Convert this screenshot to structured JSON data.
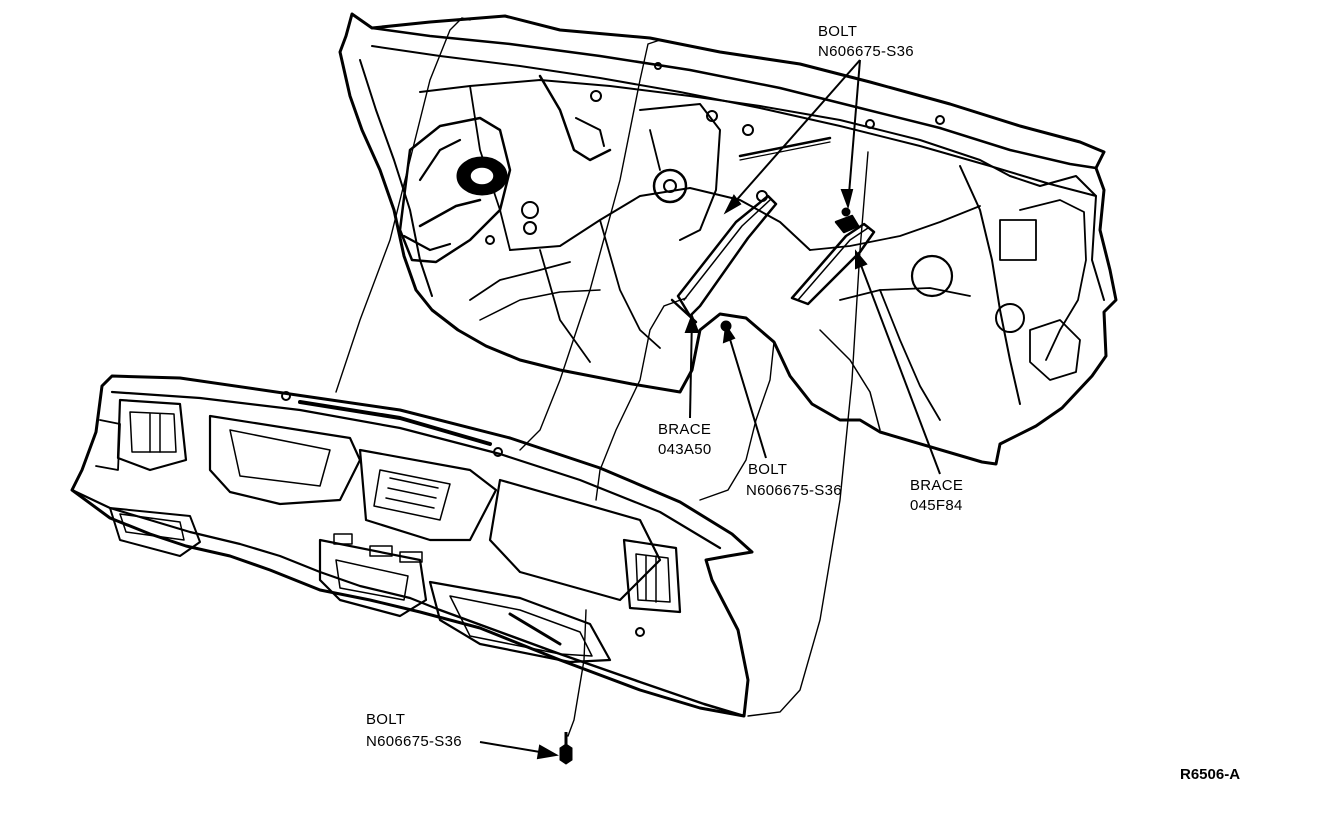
{
  "callouts": {
    "bolt_top": {
      "title": "BOLT",
      "part": "N606675-S36"
    },
    "brace_left": {
      "title": "BRACE",
      "part": "043A50"
    },
    "bolt_middle": {
      "title": "BOLT",
      "part": "N606675-S36"
    },
    "brace_right": {
      "title": "BRACE",
      "part": "045F84"
    },
    "bolt_bottom": {
      "title": "BOLT",
      "part": "N606675-S36"
    }
  },
  "figure_ref": "R6506-A",
  "colors": {
    "ink": "#000000",
    "paper": "#ffffff"
  }
}
